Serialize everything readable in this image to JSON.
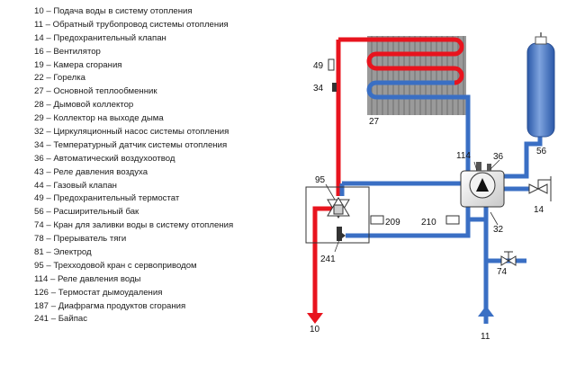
{
  "legend": [
    {
      "num": "10",
      "text": "Подача воды в систему отопления"
    },
    {
      "num": "11",
      "text": "Обратный трубопровод системы отопления"
    },
    {
      "num": "14",
      "text": "Предохранительный клапан"
    },
    {
      "num": "16",
      "text": "Вентилятор"
    },
    {
      "num": "19",
      "text": "Камера сгорания"
    },
    {
      "num": "22",
      "text": "Горелка"
    },
    {
      "num": "27",
      "text": "Основной теплообменник"
    },
    {
      "num": "28",
      "text": "Дымовой коллектор"
    },
    {
      "num": "29",
      "text": "Коллектор на выходе дыма"
    },
    {
      "num": "32",
      "text": "Циркуляционный насос системы отопления"
    },
    {
      "num": "34",
      "text": "Температурный датчик системы отопления"
    },
    {
      "num": "36",
      "text": "Автоматический воздухоотвод"
    },
    {
      "num": "43",
      "text": "Реле давления воздуха"
    },
    {
      "num": "44",
      "text": "Газовый клапан"
    },
    {
      "num": "49",
      "text": "Предохранительный термостат"
    },
    {
      "num": "56",
      "text": "Расширительный бак"
    },
    {
      "num": "74",
      "text": "Кран для заливки воды в систему отопления"
    },
    {
      "num": "78",
      "text": "Прерыватель тяги"
    },
    {
      "num": "81",
      "text": "Электрод"
    },
    {
      "num": "95",
      "text": "Трехходовой кран с сервоприводом"
    },
    {
      "num": "114",
      "text": "Реле давления воды"
    },
    {
      "num": "126",
      "text": "Термостат дымоудаления"
    },
    {
      "num": "187",
      "text": "Диафрагма продуктов сгорания"
    },
    {
      "num": "241",
      "text": "Байпас"
    }
  ],
  "separator": "–",
  "diagram_labels": {
    "l10": "10",
    "l11": "11",
    "l14": "14",
    "l27": "27",
    "l32": "32",
    "l34": "34",
    "l36": "36",
    "l49": "49",
    "l56": "56",
    "l74": "74",
    "l95": "95",
    "l114": "114",
    "l209": "209",
    "l210": "210",
    "l241": "241"
  },
  "colors": {
    "hot": "#e8141e",
    "cold": "#3a6fc4",
    "heat_exchanger": "#8c8c8c",
    "tank": "#3a6fc4"
  }
}
